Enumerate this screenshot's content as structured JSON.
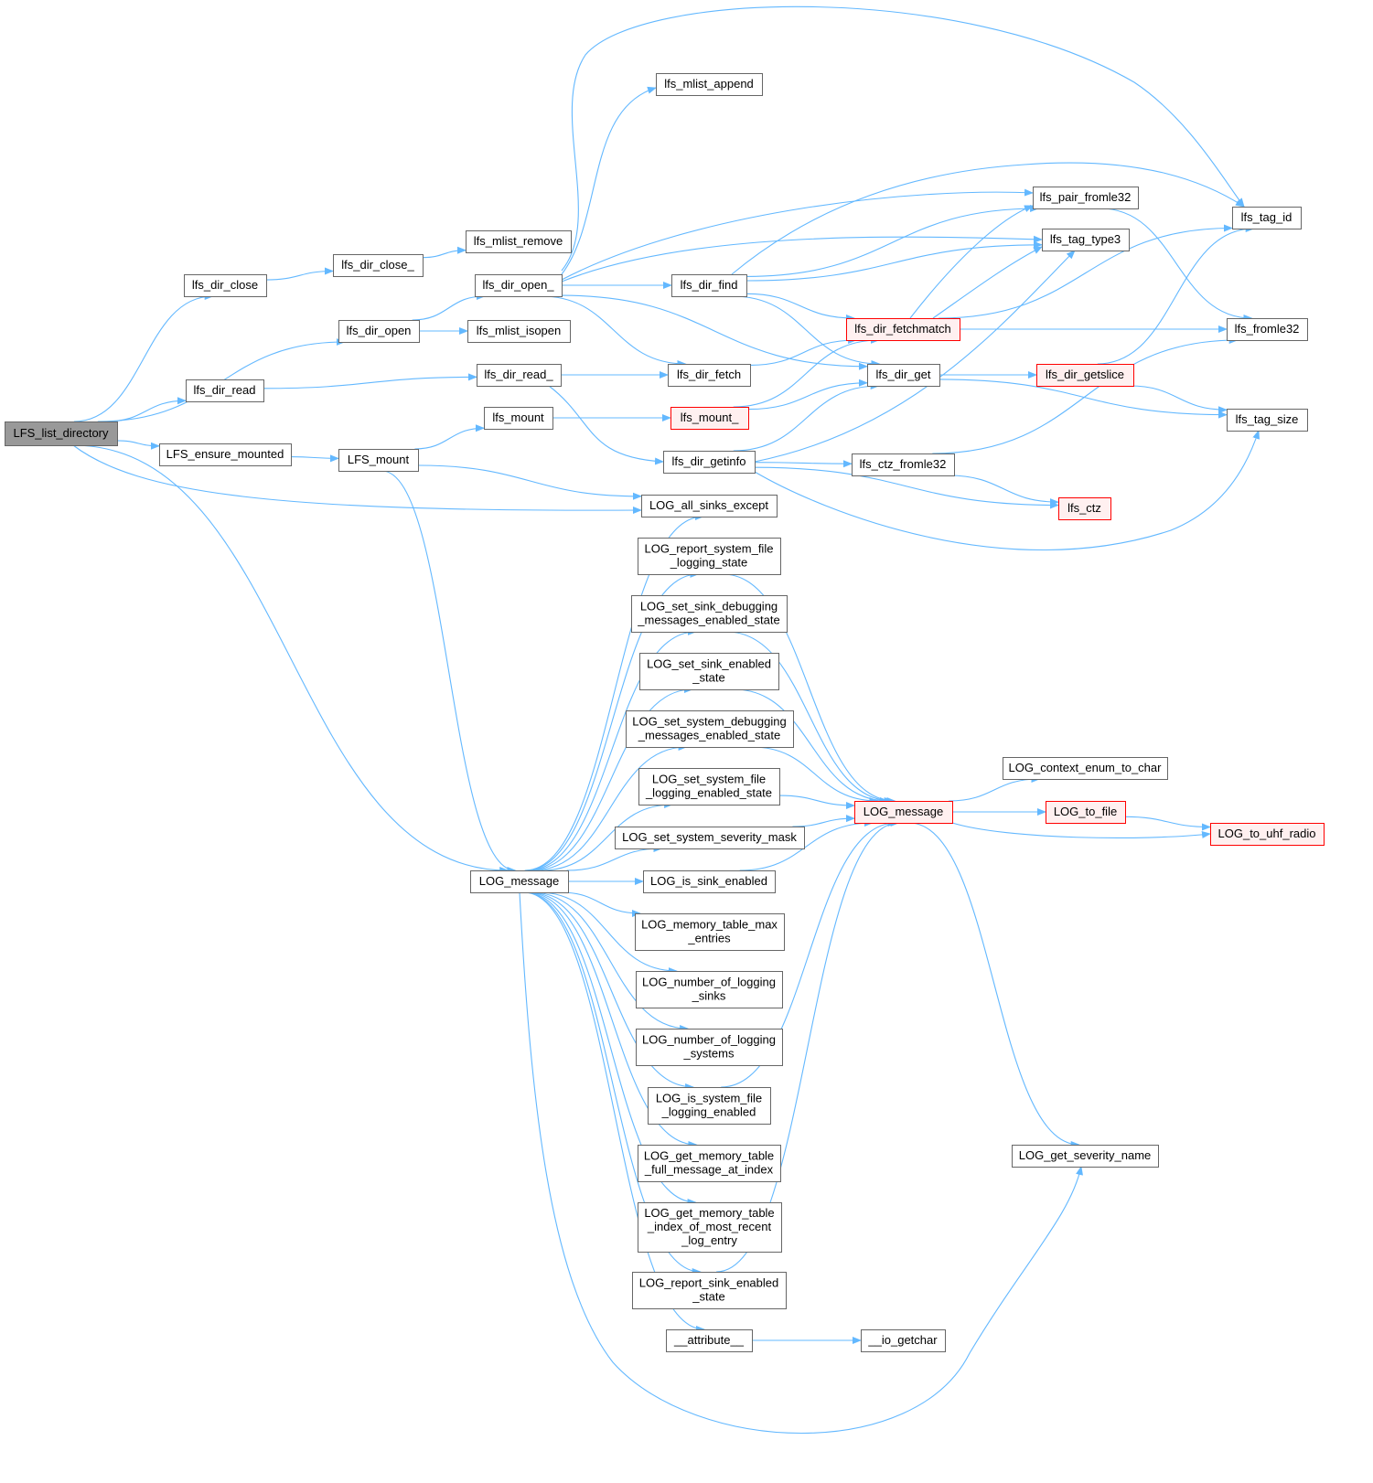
{
  "nodes": [
    {
      "id": "root",
      "lines": [
        "LFS_list_directory"
      ],
      "style": "root"
    },
    {
      "id": "lfs_dir_close",
      "lines": [
        "lfs_dir_close"
      ],
      "style": "link"
    },
    {
      "id": "lfs_dir_open",
      "lines": [
        "lfs_dir_open"
      ],
      "style": "link"
    },
    {
      "id": "lfs_dir_read",
      "lines": [
        "lfs_dir_read"
      ],
      "style": "link"
    },
    {
      "id": "LFS_ensure_mounted",
      "lines": [
        "LFS_ensure_mounted"
      ],
      "style": "link"
    },
    {
      "id": "LOG_message_a",
      "lines": [
        "LOG_message"
      ],
      "style": "link"
    },
    {
      "id": "LOG_all_sinks_except",
      "lines": [
        "LOG_all_sinks_except"
      ],
      "style": "link"
    },
    {
      "id": "lfs_dir_close_",
      "lines": [
        "lfs_dir_close_"
      ],
      "style": "link"
    },
    {
      "id": "lfs_mlist_remove",
      "lines": [
        "lfs_mlist_remove"
      ],
      "style": "link"
    },
    {
      "id": "lfs_dir_open_",
      "lines": [
        "lfs_dir_open_"
      ],
      "style": "link"
    },
    {
      "id": "lfs_mlist_isopen",
      "lines": [
        "lfs_mlist_isopen"
      ],
      "style": "link"
    },
    {
      "id": "lfs_mlist_append",
      "lines": [
        "lfs_mlist_append"
      ],
      "style": "link"
    },
    {
      "id": "lfs_dir_read_",
      "lines": [
        "lfs_dir_read_"
      ],
      "style": "link"
    },
    {
      "id": "LFS_mount",
      "lines": [
        "LFS_mount"
      ],
      "style": "link"
    },
    {
      "id": "lfs_mount",
      "lines": [
        "lfs_mount"
      ],
      "style": "link"
    },
    {
      "id": "lfs_dir_find",
      "lines": [
        "lfs_dir_find"
      ],
      "style": "link"
    },
    {
      "id": "lfs_dir_fetch",
      "lines": [
        "lfs_dir_fetch"
      ],
      "style": "link"
    },
    {
      "id": "lfs_mount_",
      "lines": [
        "lfs_mount_"
      ],
      "style": "red"
    },
    {
      "id": "lfs_dir_getinfo",
      "lines": [
        "lfs_dir_getinfo"
      ],
      "style": "link"
    },
    {
      "id": "lfs_dir_fetchmatch",
      "lines": [
        "lfs_dir_fetchmatch"
      ],
      "style": "red"
    },
    {
      "id": "lfs_dir_get",
      "lines": [
        "lfs_dir_get"
      ],
      "style": "link"
    },
    {
      "id": "lfs_ctz_fromle32",
      "lines": [
        "lfs_ctz_fromle32"
      ],
      "style": "link"
    },
    {
      "id": "lfs_pair_fromle32",
      "lines": [
        "lfs_pair_fromle32"
      ],
      "style": "link"
    },
    {
      "id": "lfs_tag_type3",
      "lines": [
        "lfs_tag_type3"
      ],
      "style": "link"
    },
    {
      "id": "lfs_dir_getslice",
      "lines": [
        "lfs_dir_getslice"
      ],
      "style": "red"
    },
    {
      "id": "lfs_ctz",
      "lines": [
        "lfs_ctz"
      ],
      "style": "red"
    },
    {
      "id": "lfs_tag_id",
      "lines": [
        "lfs_tag_id"
      ],
      "style": "link"
    },
    {
      "id": "lfs_fromle32",
      "lines": [
        "lfs_fromle32"
      ],
      "style": "link"
    },
    {
      "id": "lfs_tag_size",
      "lines": [
        "lfs_tag_size"
      ],
      "style": "link"
    },
    {
      "id": "LOG_report_system_file_logging_state",
      "lines": [
        "LOG_report_system_file",
        "_logging_state"
      ],
      "style": "link"
    },
    {
      "id": "LOG_set_sink_debugging_messages_enabled_state",
      "lines": [
        "LOG_set_sink_debugging",
        "_messages_enabled_state"
      ],
      "style": "link"
    },
    {
      "id": "LOG_set_sink_enabled_state",
      "lines": [
        "LOG_set_sink_enabled",
        "_state"
      ],
      "style": "link"
    },
    {
      "id": "LOG_set_system_debugging_messages_enabled_state",
      "lines": [
        "LOG_set_system_debugging",
        "_messages_enabled_state"
      ],
      "style": "link"
    },
    {
      "id": "LOG_set_system_file_logging_enabled_state",
      "lines": [
        "LOG_set_system_file",
        "_logging_enabled_state"
      ],
      "style": "link"
    },
    {
      "id": "LOG_set_system_severity_mask",
      "lines": [
        "LOG_set_system_severity_mask"
      ],
      "style": "link"
    },
    {
      "id": "LOG_is_sink_enabled",
      "lines": [
        "LOG_is_sink_enabled"
      ],
      "style": "link"
    },
    {
      "id": "LOG_memory_table_max_entries",
      "lines": [
        "LOG_memory_table_max",
        "_entries"
      ],
      "style": "link"
    },
    {
      "id": "LOG_number_of_logging_sinks",
      "lines": [
        "LOG_number_of_logging",
        "_sinks"
      ],
      "style": "link"
    },
    {
      "id": "LOG_number_of_logging_systems",
      "lines": [
        "LOG_number_of_logging",
        "_systems"
      ],
      "style": "link"
    },
    {
      "id": "LOG_is_system_file_logging_enabled",
      "lines": [
        "LOG_is_system_file",
        "_logging_enabled"
      ],
      "style": "link"
    },
    {
      "id": "LOG_get_memory_table_full_message_at_index",
      "lines": [
        "LOG_get_memory_table",
        "_full_message_at_index"
      ],
      "style": "link"
    },
    {
      "id": "LOG_get_memory_table_index_of_most_recent_log_entry",
      "lines": [
        "LOG_get_memory_table",
        "_index_of_most_recent",
        "_log_entry"
      ],
      "style": "link"
    },
    {
      "id": "LOG_report_sink_enabled_state",
      "lines": [
        "LOG_report_sink_enabled",
        "_state"
      ],
      "style": "link"
    },
    {
      "id": "attribute",
      "lines": [
        "__attribute__"
      ],
      "style": "link"
    },
    {
      "id": "io_getchar",
      "lines": [
        "__io_getchar"
      ],
      "style": "link"
    },
    {
      "id": "LOG_message_b",
      "lines": [
        "LOG_message"
      ],
      "style": "red"
    },
    {
      "id": "LOG_context_enum_to_char",
      "lines": [
        "LOG_context_enum_to_char"
      ],
      "style": "link"
    },
    {
      "id": "LOG_to_file",
      "lines": [
        "LOG_to_file"
      ],
      "style": "red"
    },
    {
      "id": "LOG_to_uhf_radio",
      "lines": [
        "LOG_to_uhf_radio"
      ],
      "style": "red"
    },
    {
      "id": "LOG_get_severity_name",
      "lines": [
        "LOG_get_severity_name"
      ],
      "style": "link"
    }
  ],
  "edges": [
    [
      "root",
      "lfs_dir_close"
    ],
    [
      "root",
      "lfs_dir_open"
    ],
    [
      "root",
      "lfs_dir_read"
    ],
    [
      "root",
      "LFS_ensure_mounted"
    ],
    [
      "root",
      "LOG_message_a"
    ],
    [
      "root",
      "LOG_all_sinks_except"
    ],
    [
      "lfs_dir_close",
      "lfs_dir_close_"
    ],
    [
      "lfs_dir_close_",
      "lfs_mlist_remove"
    ],
    [
      "lfs_dir_open",
      "lfs_dir_open_"
    ],
    [
      "lfs_dir_open",
      "lfs_mlist_isopen"
    ],
    [
      "lfs_dir_open_",
      "lfs_mlist_append"
    ],
    [
      "lfs_dir_open_",
      "lfs_tag_id"
    ],
    [
      "lfs_dir_open_",
      "lfs_pair_fromle32"
    ],
    [
      "lfs_dir_open_",
      "lfs_tag_type3"
    ],
    [
      "lfs_dir_open_",
      "lfs_dir_find"
    ],
    [
      "lfs_dir_open_",
      "lfs_dir_fetch"
    ],
    [
      "lfs_dir_open_",
      "lfs_dir_get"
    ],
    [
      "lfs_dir_read",
      "lfs_dir_read_"
    ],
    [
      "lfs_dir_read_",
      "lfs_dir_fetch"
    ],
    [
      "lfs_dir_read_",
      "lfs_dir_getinfo"
    ],
    [
      "LFS_ensure_mounted",
      "LFS_mount"
    ],
    [
      "LFS_mount",
      "lfs_mount"
    ],
    [
      "LFS_mount",
      "LOG_all_sinks_except"
    ],
    [
      "LFS_mount",
      "LOG_message_a"
    ],
    [
      "lfs_mount",
      "lfs_mount_"
    ],
    [
      "lfs_mount_",
      "lfs_dir_fetchmatch"
    ],
    [
      "lfs_mount_",
      "lfs_dir_get"
    ],
    [
      "lfs_dir_find",
      "lfs_tag_id"
    ],
    [
      "lfs_dir_find",
      "lfs_pair_fromle32"
    ],
    [
      "lfs_dir_find",
      "lfs_tag_type3"
    ],
    [
      "lfs_dir_find",
      "lfs_dir_fetchmatch"
    ],
    [
      "lfs_dir_find",
      "lfs_dir_get"
    ],
    [
      "lfs_dir_fetch",
      "lfs_dir_fetchmatch"
    ],
    [
      "lfs_dir_fetchmatch",
      "lfs_pair_fromle32"
    ],
    [
      "lfs_dir_fetchmatch",
      "lfs_tag_type3"
    ],
    [
      "lfs_dir_fetchmatch",
      "lfs_tag_id"
    ],
    [
      "lfs_dir_fetchmatch",
      "lfs_fromle32"
    ],
    [
      "lfs_dir_get",
      "lfs_dir_getslice"
    ],
    [
      "lfs_dir_get",
      "lfs_tag_size"
    ],
    [
      "lfs_dir_getslice",
      "lfs_tag_id"
    ],
    [
      "lfs_dir_getslice",
      "lfs_tag_size"
    ],
    [
      "lfs_pair_fromle32",
      "lfs_fromle32"
    ],
    [
      "lfs_dir_getinfo",
      "lfs_dir_get"
    ],
    [
      "lfs_dir_getinfo",
      "lfs_tag_type3"
    ],
    [
      "lfs_dir_getinfo",
      "lfs_ctz_fromle32"
    ],
    [
      "lfs_dir_getinfo",
      "lfs_ctz"
    ],
    [
      "lfs_dir_getinfo",
      "lfs_tag_size"
    ],
    [
      "lfs_ctz_fromle32",
      "lfs_fromle32"
    ],
    [
      "lfs_ctz_fromle32",
      "lfs_ctz"
    ],
    [
      "LOG_message_a",
      "LOG_all_sinks_except"
    ],
    [
      "LOG_message_a",
      "LOG_report_system_file_logging_state"
    ],
    [
      "LOG_message_a",
      "LOG_set_sink_debugging_messages_enabled_state"
    ],
    [
      "LOG_message_a",
      "LOG_set_sink_enabled_state"
    ],
    [
      "LOG_message_a",
      "LOG_set_system_debugging_messages_enabled_state"
    ],
    [
      "LOG_message_a",
      "LOG_set_system_file_logging_enabled_state"
    ],
    [
      "LOG_message_a",
      "LOG_set_system_severity_mask"
    ],
    [
      "LOG_message_a",
      "LOG_is_sink_enabled"
    ],
    [
      "LOG_message_a",
      "LOG_memory_table_max_entries"
    ],
    [
      "LOG_message_a",
      "LOG_number_of_logging_sinks"
    ],
    [
      "LOG_message_a",
      "LOG_number_of_logging_systems"
    ],
    [
      "LOG_message_a",
      "LOG_is_system_file_logging_enabled"
    ],
    [
      "LOG_message_a",
      "LOG_get_memory_table_full_message_at_index"
    ],
    [
      "LOG_message_a",
      "LOG_get_memory_table_index_of_most_recent_log_entry"
    ],
    [
      "LOG_message_a",
      "LOG_report_sink_enabled_state"
    ],
    [
      "LOG_message_a",
      "attribute"
    ],
    [
      "LOG_message_a",
      "LOG_get_severity_name"
    ],
    [
      "attribute",
      "io_getchar"
    ],
    [
      "LOG_report_system_file_logging_state",
      "LOG_message_b"
    ],
    [
      "LOG_set_sink_debugging_messages_enabled_state",
      "LOG_message_b"
    ],
    [
      "LOG_set_sink_enabled_state",
      "LOG_message_b"
    ],
    [
      "LOG_set_system_debugging_messages_enabled_state",
      "LOG_message_b"
    ],
    [
      "LOG_set_system_file_logging_enabled_state",
      "LOG_message_b"
    ],
    [
      "LOG_set_system_severity_mask",
      "LOG_message_b"
    ],
    [
      "LOG_is_sink_enabled",
      "LOG_message_b"
    ],
    [
      "LOG_is_system_file_logging_enabled",
      "LOG_message_b"
    ],
    [
      "LOG_report_sink_enabled_state",
      "LOG_message_b"
    ],
    [
      "LOG_message_b",
      "LOG_context_enum_to_char"
    ],
    [
      "LOG_message_b",
      "LOG_to_file"
    ],
    [
      "LOG_message_b",
      "LOG_to_uhf_radio"
    ],
    [
      "LOG_message_b",
      "LOG_get_severity_name"
    ],
    [
      "LOG_to_file",
      "LOG_to_uhf_radio"
    ]
  ],
  "colors": {
    "edge": "#63b8ff",
    "node_border": "#666666",
    "root_fill": "#999999",
    "red_border": "#ff0000",
    "red_fill": "#fff0f0"
  }
}
